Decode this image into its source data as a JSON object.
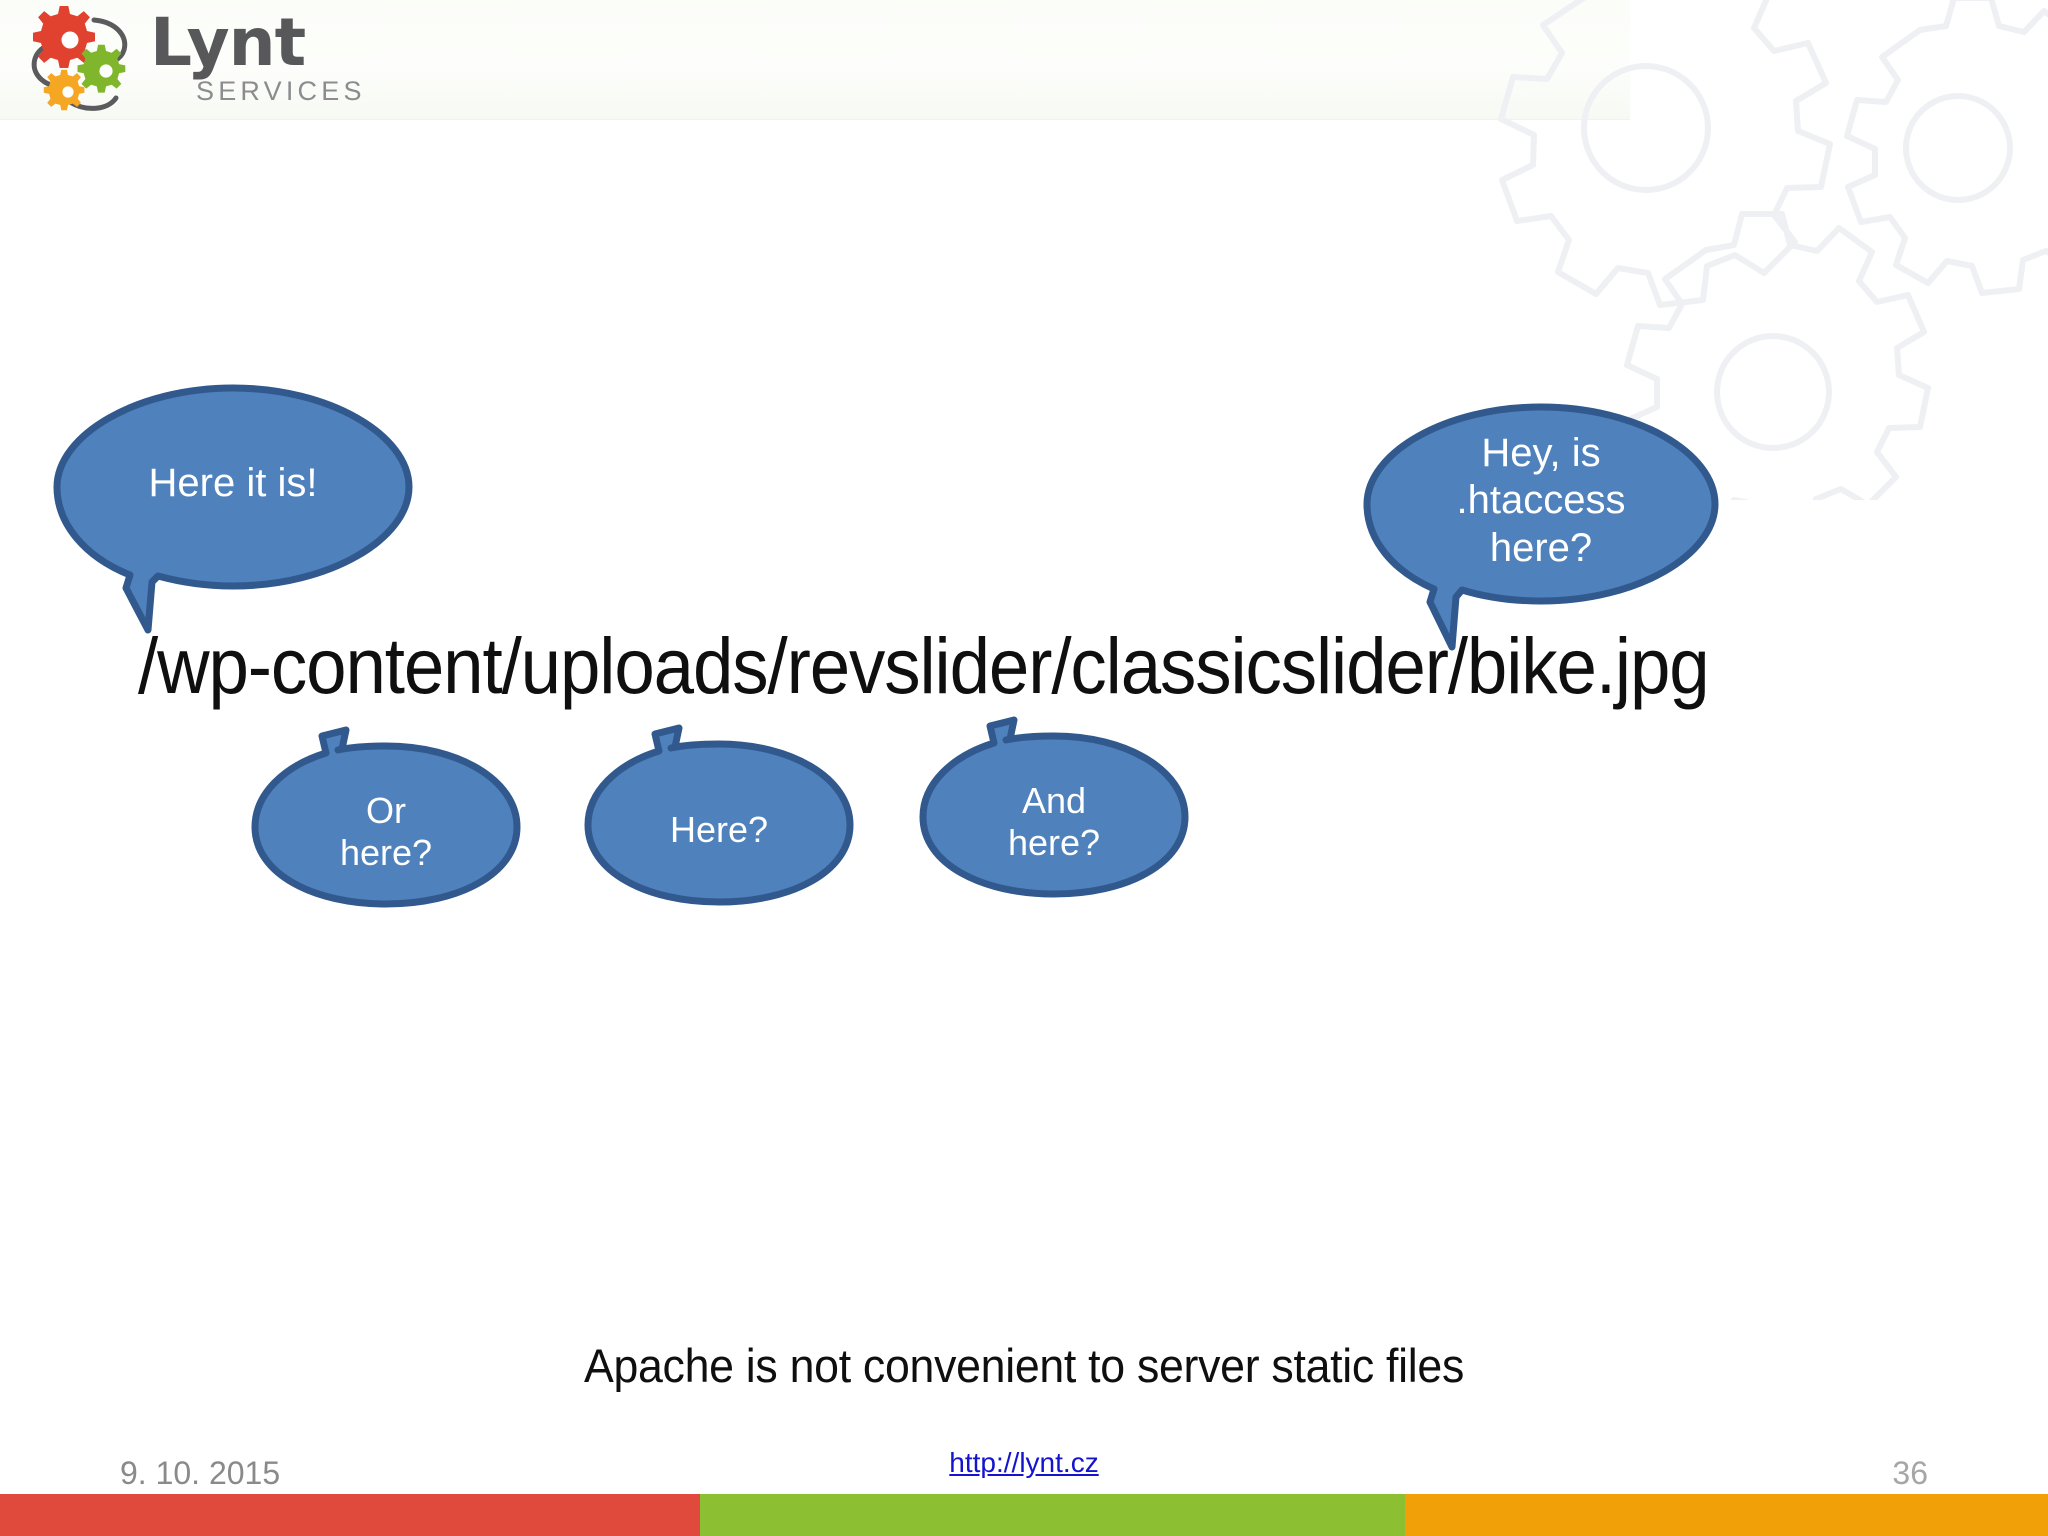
{
  "slide": {
    "page_number": "36",
    "date": "9. 10. 2015",
    "link_text": "http://lynt.cz",
    "path": "/wp-content/uploads/revslider/classicslider/bike.jpg",
    "caption": "Apache is not convenient to server static files"
  },
  "logo": {
    "word": "Lynt",
    "subtitle": "SERVICES",
    "gear_red": "#e0422f",
    "gear_green": "#7fb62b",
    "gear_orange": "#f5a623",
    "word_color": "#58585a",
    "subtitle_color": "#8c8c8e"
  },
  "bubbles": [
    {
      "id": "here-it-is",
      "text": "Here it is!",
      "tail": "bottom-left"
    },
    {
      "id": "htaccess",
      "text": "Hey, is\n.htaccess\nhere?",
      "tail": "bottom-left"
    },
    {
      "id": "or-here",
      "text": "Or\nhere?",
      "tail": "top-left"
    },
    {
      "id": "here",
      "text": "Here?",
      "tail": "top-left"
    },
    {
      "id": "and-here",
      "text": "And\nhere?",
      "tail": "top-left"
    }
  ],
  "colors": {
    "bubble_fill": "#4F81BD",
    "bubble_stroke": "#31598E",
    "bubble_text": "#ffffff",
    "bar_red": "#e04a3c",
    "bar_green": "#8dbf33",
    "bar_orange": "#f2a007",
    "link": "#1414cf",
    "footer_text": "#8a8a8a",
    "body_text": "#0f0f0f",
    "watermark_stroke": "#eef0f3"
  }
}
